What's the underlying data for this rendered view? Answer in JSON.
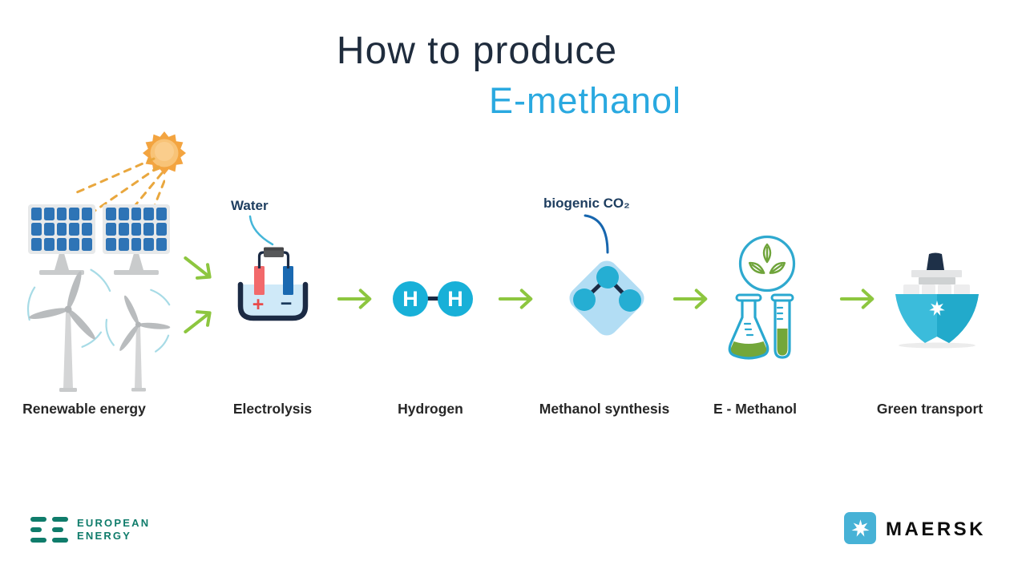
{
  "title": {
    "line1": "How to produce",
    "line2": "E-methanol"
  },
  "steps": [
    {
      "id": "renewable-energy",
      "label": "Renewable energy"
    },
    {
      "id": "electrolysis",
      "label": "Electrolysis"
    },
    {
      "id": "hydrogen",
      "label": "Hydrogen"
    },
    {
      "id": "methanol-synthesis",
      "label": "Methanol synthesis"
    },
    {
      "id": "e-methanol",
      "label": "E - Methanol"
    },
    {
      "id": "green-transport",
      "label": "Green transport"
    }
  ],
  "annotations": {
    "water_label": "Water",
    "co2_label": "biogenic CO₂"
  },
  "hydrogen_molecule": {
    "atom1": "H",
    "atom2": "H"
  },
  "electrolysis_symbols": {
    "plus": "+",
    "minus": "−"
  },
  "logos": {
    "european_energy": {
      "name_line1": "EUROPEAN",
      "name_line2": "ENERGY"
    },
    "maersk": {
      "wordmark": "MAERSK"
    }
  },
  "colors": {
    "title_dark": "#1f2c3d",
    "title_cyan": "#2aa9e0",
    "arrow_green": "#8dc63f",
    "hydrogen_cyan": "#18b0d8",
    "navy": "#1b2a44",
    "diamond_blue": "#b2ddf4",
    "leaf_green": "#6fa43a",
    "flask_cyan": "#29a8d0",
    "ship_cyan": "#3bbcdb",
    "ee_teal": "#0f7c6b",
    "maersk_blue": "#47b2d6"
  }
}
